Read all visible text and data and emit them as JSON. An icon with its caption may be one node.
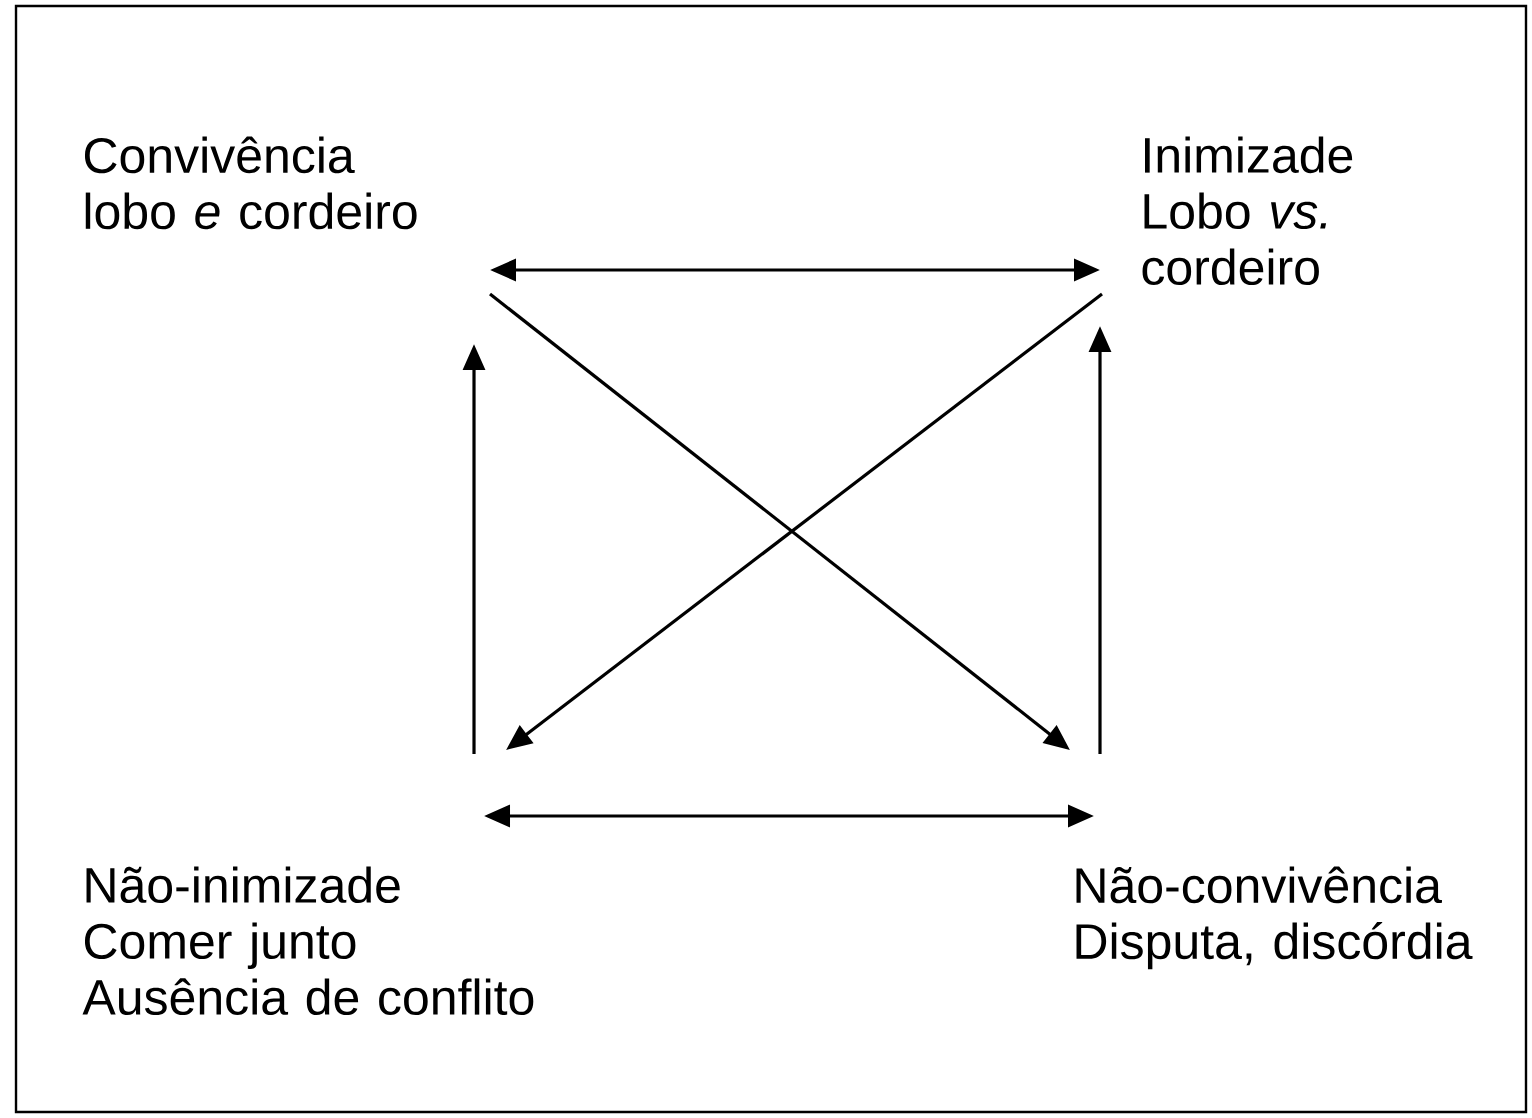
{
  "diagram": {
    "nodes": [
      {
        "text": [
          "Convivência",
          "lobo *e* cordeiro"
        ]
      },
      {
        "text": [
          "Inimizade",
          "Lobo *vs.* cordeiro"
        ]
      },
      {
        "text": [
          "Não-inimizade",
          "Comer junto",
          "Ausência de conflito"
        ]
      },
      {
        "text": [
          "Não-convivência",
          "Disputa, discórdia"
        ]
      }
    ],
    "edges": [
      {
        "from": 0,
        "to": 1,
        "arrow": "both"
      },
      {
        "from": 0,
        "to": 3,
        "arrow": "to"
      },
      {
        "from": 1,
        "to": 2,
        "arrow": "to"
      },
      {
        "from": 2,
        "to": 0,
        "arrow": "to"
      },
      {
        "from": 3,
        "to": 1,
        "arrow": "to"
      },
      {
        "from": 2,
        "to": 3,
        "arrow": "both"
      }
    ]
  }
}
